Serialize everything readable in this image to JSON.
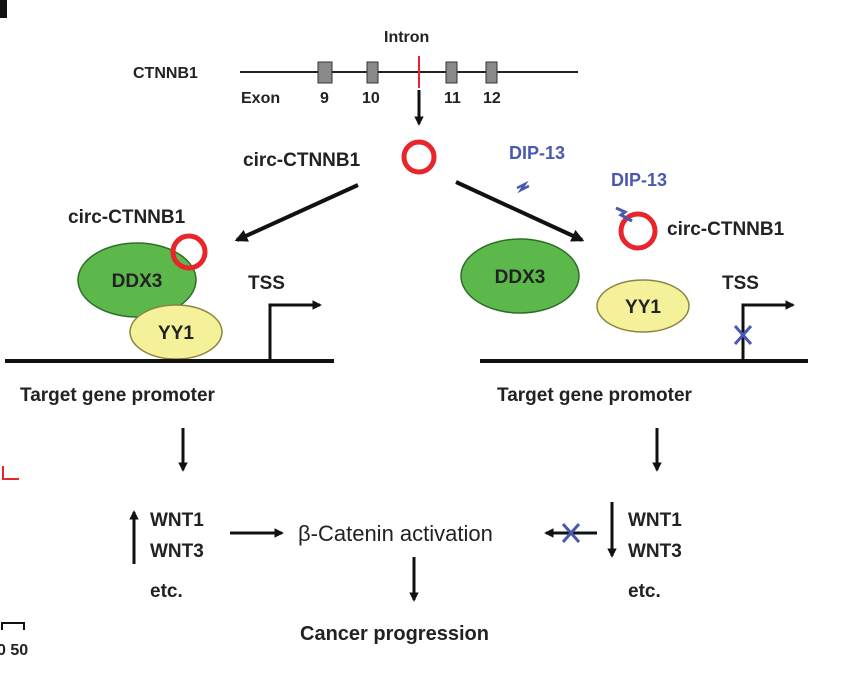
{
  "gene": {
    "name": "CTNNB1",
    "exon_label": "Exon",
    "exons": [
      "9",
      "10",
      "11",
      "12"
    ],
    "intron_label": "Intron"
  },
  "circ_label": "circ-CTNNB1",
  "drug_label": "DIP-13",
  "proteins": {
    "ddx3": "DDX3",
    "yy1": "YY1"
  },
  "tss_label": "TSS",
  "promoter_label": "Target gene promoter",
  "targets": [
    "WNT1",
    "WNT3",
    "etc."
  ],
  "activation_label": "β-Catenin activation",
  "outcome_label": "Cancer progression",
  "edge_fragments": {
    "scale_text": "0 50"
  },
  "colors": {
    "circ_ring": "#e8252b",
    "ddx3_fill": "#5cb84a",
    "yy1_fill": "#f4f19a",
    "drug_blue": "#4a58b0",
    "intron_mark": "#e8252b",
    "exon_fill": "#8a8a8a"
  }
}
